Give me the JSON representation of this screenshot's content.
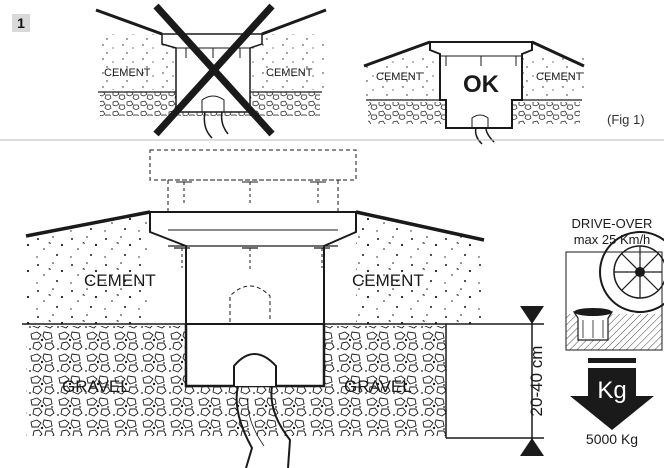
{
  "step_number": "1",
  "figure_ref": "(Fig 1)",
  "wrong_example": {
    "left_label": "CEMENT",
    "right_label": "CEMENT"
  },
  "correct_example": {
    "left_label": "CEMENT",
    "right_label": "CEMENT",
    "ok_label": "OK"
  },
  "main": {
    "cement_left": "CEMENT",
    "cement_right": "CEMENT",
    "gravel_left": "GRAVEL",
    "gravel_right": "GRAVEL",
    "depth_label": "20-40 cm"
  },
  "drive_over": {
    "title_line1": "DRIVE-OVER",
    "title_line2": "max 25 Km/h",
    "load_unit": "Kg",
    "load_value": "5000 Kg"
  },
  "colors": {
    "line": "#1a1a1a",
    "badge": "#d9d9d9",
    "divider": "#bbbbbb"
  }
}
